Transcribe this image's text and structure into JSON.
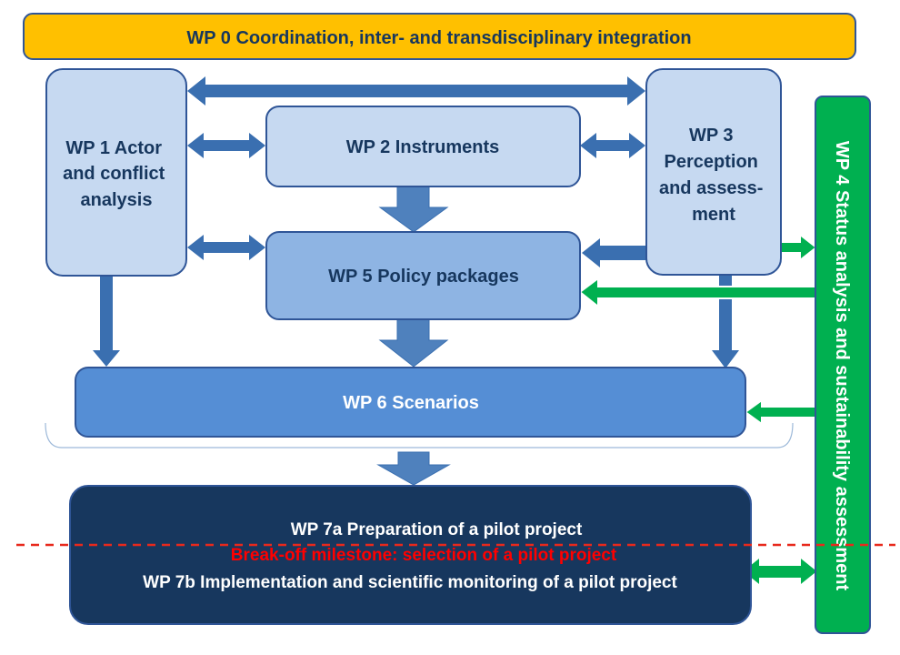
{
  "colors": {
    "wp0_fill": "#FFC000",
    "wp0_border": "#2F5597",
    "light_box_fill": "#C6D9F1",
    "wp5_fill": "#8EB4E3",
    "wp6_fill": "#558ED5",
    "wp7_fill": "#17375E",
    "wp4_fill": "#00B050",
    "arrow_blue": "#3A6FB0",
    "arrow_green": "#00B050",
    "milestone_red": "#FF0000",
    "dark_text": "#17375E",
    "white_text": "#FFFFFF"
  },
  "boxes": {
    "wp0": {
      "label": "WP 0 Coordination, inter- and transdisciplinary integration"
    },
    "wp1": {
      "lines": [
        "WP 1 Actor",
        "and conflict",
        "analysis"
      ]
    },
    "wp2": {
      "label": "WP 2 Instruments"
    },
    "wp3": {
      "lines": [
        "WP 3",
        "Perception",
        "and assess-",
        "ment"
      ]
    },
    "wp4": {
      "label": "WP 4 Status analysis and sustainability assessment"
    },
    "wp5": {
      "label": "WP 5 Policy packages"
    },
    "wp6": {
      "label": "WP 6 Scenarios"
    },
    "wp7": {
      "label_a": "WP 7a Preparation of a pilot project",
      "milestone": "Break-off milestone: selection of a pilot project",
      "label_b": "WP 7b Implementation and scientific monitoring of a pilot project"
    }
  }
}
